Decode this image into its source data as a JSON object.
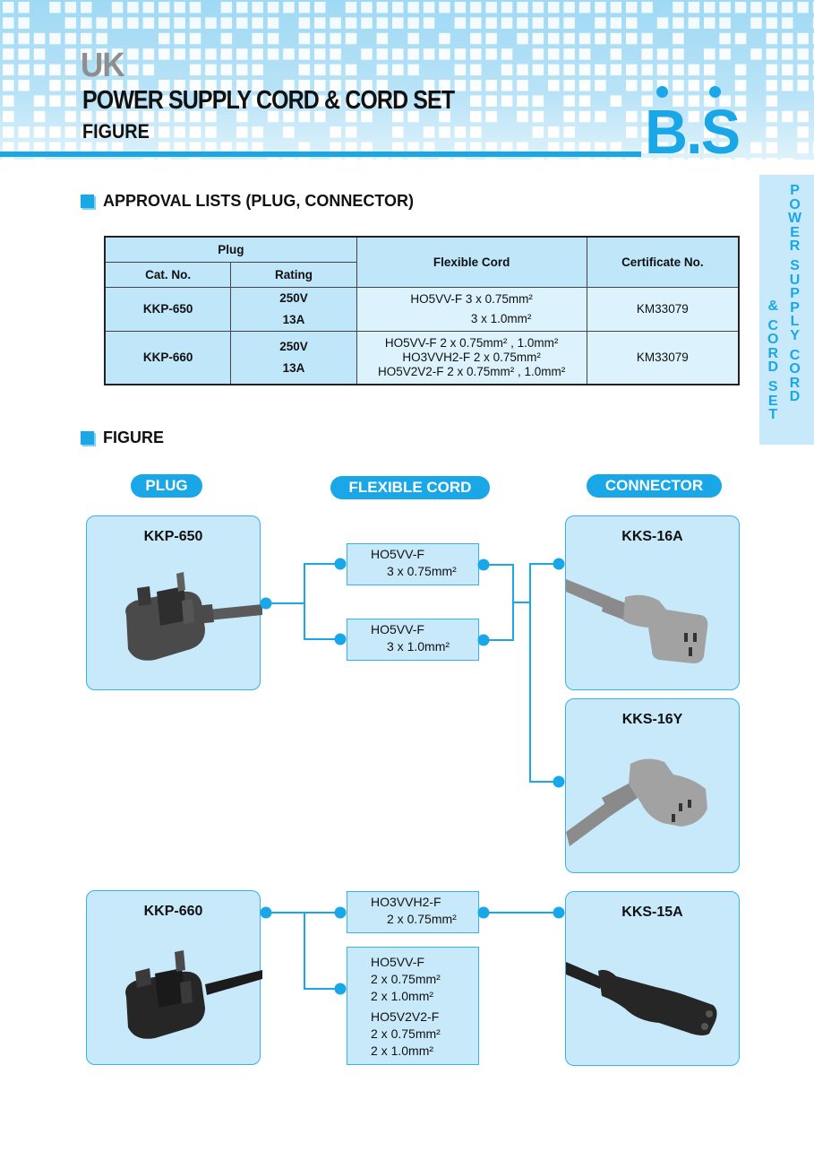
{
  "header": {
    "region": "UK",
    "title": "POWER SUPPLY CORD & CORD SET",
    "subtitle": "FIGURE",
    "logo": "B.S"
  },
  "side_tab": {
    "line1": [
      "P",
      "O",
      "W",
      "E",
      "R",
      " ",
      "S",
      "U",
      "P",
      "P",
      "L",
      "Y",
      " ",
      "C",
      "O",
      "R",
      "D"
    ],
    "line2": [
      "&",
      " ",
      "C",
      "O",
      "R",
      "D",
      " ",
      "S",
      "E",
      "T"
    ]
  },
  "approval": {
    "heading": "APPROVAL LISTS (PLUG, CONNECTOR)",
    "headers": {
      "plug": "Plug",
      "cat_no": "Cat. No.",
      "rating": "Rating",
      "flexible_cord": "Flexible Cord",
      "certificate": "Certificate No."
    },
    "rows": [
      {
        "cat_no": "KKP-650",
        "voltage": "250V",
        "current": "13A",
        "cords": [
          "HO5VV-F  3 x 0.75mm²",
          "3 x 1.0mm²"
        ],
        "certificate": "KM33079"
      },
      {
        "cat_no": "KKP-660",
        "voltage": "250V",
        "current": "13A",
        "cords": [
          "HO5VV-F   2 x 0.75mm² , 1.0mm²",
          "HO3VVH2-F 2 x 0.75mm²",
          "HO5V2V2-F 2 x 0.75mm² , 1.0mm²"
        ],
        "certificate": "KM33079"
      }
    ]
  },
  "figure": {
    "heading": "FIGURE",
    "columns": {
      "plug": "PLUG",
      "cord": "FLEXIBLE CORD",
      "connector": "CONNECTOR"
    },
    "plugs": [
      {
        "name": "KKP-650",
        "color": "#4a4a4a"
      },
      {
        "name": "KKP-660",
        "color": "#222222"
      }
    ],
    "cords": [
      {
        "lines": [
          "HO5VV-F",
          "3 x 0.75mm²"
        ]
      },
      {
        "lines": [
          "HO5VV-F",
          "3 x 1.0mm²"
        ]
      },
      {
        "lines": [
          "HO3VVH2-F",
          "2 x 0.75mm²"
        ]
      },
      {
        "lines": [
          "HO5VV-F",
          "2 x 0.75mm²",
          "2 x 1.0mm²",
          "HO5V2V2-F",
          "2 x 0.75mm²",
          "2 x 1.0mm²"
        ]
      }
    ],
    "connectors": [
      {
        "name": "KKS-16A",
        "color": "#9a9a9a"
      },
      {
        "name": "KKS-16Y",
        "color": "#9a9a9a"
      },
      {
        "name": "KKS-15A",
        "color": "#222222"
      }
    ]
  },
  "colors": {
    "accent": "#19a7e8",
    "panel": "#c8e9fa",
    "table_header": "#bfe6f9",
    "table_cell": "#dcf2fc"
  }
}
